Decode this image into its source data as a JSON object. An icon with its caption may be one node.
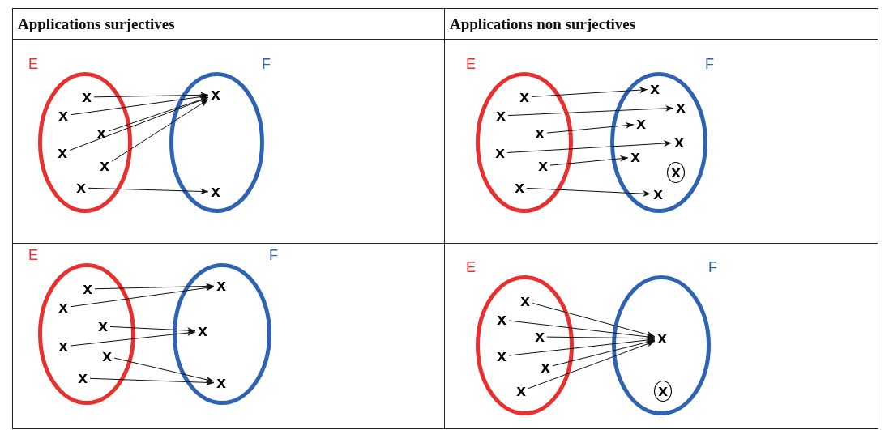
{
  "diagram": {
    "nodes": [
      {
        "text": [
          "E"
        ]
      },
      {
        "text": [
          "x"
        ],
        "in": 0
      },
      {
        "text": [
          "x"
        ],
        "in": 0
      },
      {
        "text": [
          "x"
        ],
        "in": 0
      },
      {
        "text": [
          "x"
        ],
        "in": 0
      },
      {
        "text": [
          "x"
        ],
        "in": 0
      },
      {
        "text": [
          "x"
        ],
        "in": 0
      },
      {
        "text": [
          "F"
        ]
      },
      {
        "text": [
          "x"
        ],
        "in": 7
      },
      {
        "text": [
          "x"
        ],
        "in": 7
      },
      {
        "text": [
          "E"
        ]
      },
      {
        "text": [
          "x"
        ],
        "in": 10
      },
      {
        "text": [
          "x"
        ],
        "in": 10
      },
      {
        "text": [
          "x"
        ],
        "in": 10
      },
      {
        "text": [
          "x"
        ],
        "in": 10
      },
      {
        "text": [
          "x"
        ],
        "in": 10
      },
      {
        "text": [
          "x"
        ],
        "in": 10
      },
      {
        "text": [
          "F"
        ]
      },
      {
        "text": [
          "x"
        ],
        "in": 17
      },
      {
        "text": [
          "x"
        ],
        "in": 17
      },
      {
        "text": [
          "x"
        ],
        "in": 17
      },
      {
        "text": [
          "x"
        ],
        "in": 17
      },
      {
        "text": [
          "x"
        ],
        "in": 17
      },
      {
        "text": [
          "x"
        ],
        "in": 17
      },
      {
        "text": [
          "x"
        ],
        "in": 17
      },
      {
        "text": [
          "E"
        ]
      },
      {
        "text": [
          "x"
        ],
        "in": 25
      },
      {
        "text": [
          "x"
        ],
        "in": 25
      },
      {
        "text": [
          "x"
        ],
        "in": 25
      },
      {
        "text": [
          "x"
        ],
        "in": 25
      },
      {
        "text": [
          "x"
        ],
        "in": 25
      },
      {
        "text": [
          "x"
        ],
        "in": 25
      },
      {
        "text": [
          "F"
        ]
      },
      {
        "text": [
          "x"
        ],
        "in": 32
      },
      {
        "text": [
          "x"
        ],
        "in": 32
      },
      {
        "text": [
          "x"
        ],
        "in": 32
      },
      {
        "text": [
          "E"
        ]
      },
      {
        "text": [
          "x"
        ],
        "in": 36
      },
      {
        "text": [
          "x"
        ],
        "in": 36
      },
      {
        "text": [
          "x"
        ],
        "in": 36
      },
      {
        "text": [
          "x"
        ],
        "in": 36
      },
      {
        "text": [
          "x"
        ],
        "in": 36
      },
      {
        "text": [
          "x"
        ],
        "in": 36
      },
      {
        "text": [
          "F"
        ]
      },
      {
        "text": [
          "x"
        ],
        "in": 43
      },
      {
        "text": [
          "x"
        ],
        "in": 43
      }
    ],
    "edges": [
      {
        "from": 1,
        "to": 8,
        "arrow": "to"
      },
      {
        "from": 2,
        "to": 8,
        "arrow": "to"
      },
      {
        "from": 3,
        "to": 8,
        "arrow": "to"
      },
      {
        "from": 4,
        "to": 8,
        "arrow": "to"
      },
      {
        "from": 5,
        "to": 8,
        "arrow": "to"
      },
      {
        "from": 6,
        "to": 9,
        "arrow": "to"
      },
      {
        "from": 11,
        "to": 18,
        "arrow": "to"
      },
      {
        "from": 12,
        "to": 19,
        "arrow": "to"
      },
      {
        "from": 13,
        "to": 20,
        "arrow": "to"
      },
      {
        "from": 14,
        "to": 21,
        "arrow": "to"
      },
      {
        "from": 15,
        "to": 22,
        "arrow": "to"
      },
      {
        "from": 16,
        "to": 24,
        "arrow": "to"
      },
      {
        "from": 26,
        "to": 33,
        "arrow": "to"
      },
      {
        "from": 27,
        "to": 33,
        "arrow": "to"
      },
      {
        "from": 28,
        "to": 34,
        "arrow": "to"
      },
      {
        "from": 29,
        "to": 34,
        "arrow": "to"
      },
      {
        "from": 30,
        "to": 35,
        "arrow": "to"
      },
      {
        "from": 31,
        "to": 35,
        "arrow": "to"
      },
      {
        "from": 37,
        "to": 44,
        "arrow": "to"
      },
      {
        "from": 38,
        "to": 44,
        "arrow": "to"
      },
      {
        "from": 39,
        "to": 44,
        "arrow": "to"
      },
      {
        "from": 40,
        "to": 44,
        "arrow": "to"
      },
      {
        "from": 41,
        "to": 44,
        "arrow": "to"
      },
      {
        "from": 42,
        "to": 44,
        "arrow": "to"
      }
    ],
    "labels": [
      "Applications surjectives",
      "Applications non surjectives"
    ]
  }
}
